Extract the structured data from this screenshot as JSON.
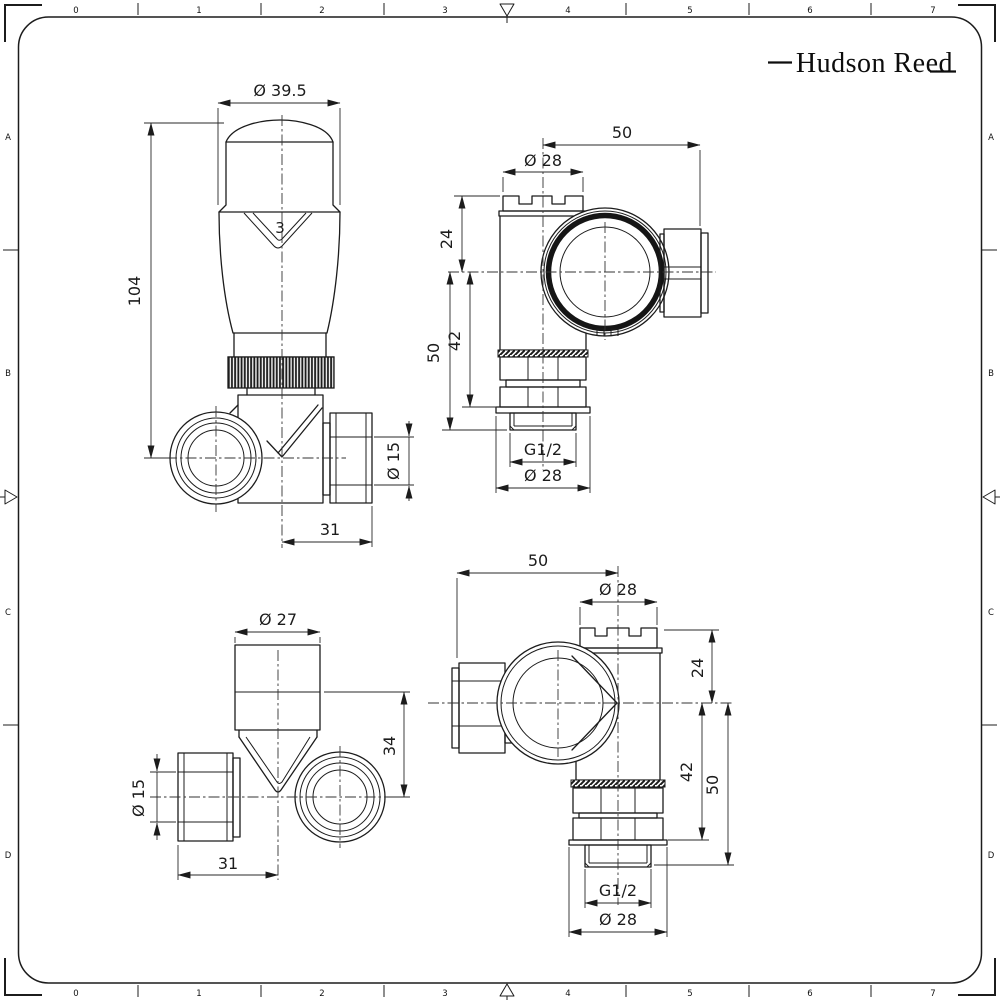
{
  "sheet": {
    "brand": "Hudson Reed",
    "top_ruler": [
      "0",
      "1",
      "2",
      "3",
      "4",
      "5",
      "6",
      "7"
    ],
    "bottom_ruler": [
      "0",
      "1",
      "2",
      "3",
      "4",
      "5",
      "6",
      "7"
    ],
    "left_ruler": [
      "A",
      "B",
      "C",
      "D"
    ],
    "right_ruler": [
      "A",
      "B",
      "C",
      "D"
    ],
    "line_color": "#1c1c1c"
  },
  "views": {
    "thermo_front": {
      "dia_head": "Ø 39.5",
      "height": "104",
      "dia_pipe": "Ø 15",
      "width": "31",
      "setting": "3"
    },
    "thermo_side": {
      "width_top": "50",
      "dia_cap": "Ø 28",
      "offset_24": "24",
      "len_42": "42",
      "len_50": "50",
      "thread": "G1/2",
      "dia_base": "Ø 28"
    },
    "lockshield_front": {
      "dia_cap": "Ø 27",
      "height_34": "34",
      "dia_pipe": "Ø 15",
      "width_31": "31"
    },
    "lockshield_side": {
      "width_top": "50",
      "dia_cap": "Ø 28",
      "offset_24": "24",
      "len_42": "42",
      "len_50": "50",
      "thread": "G1/2",
      "dia_base": "Ø 28"
    }
  }
}
